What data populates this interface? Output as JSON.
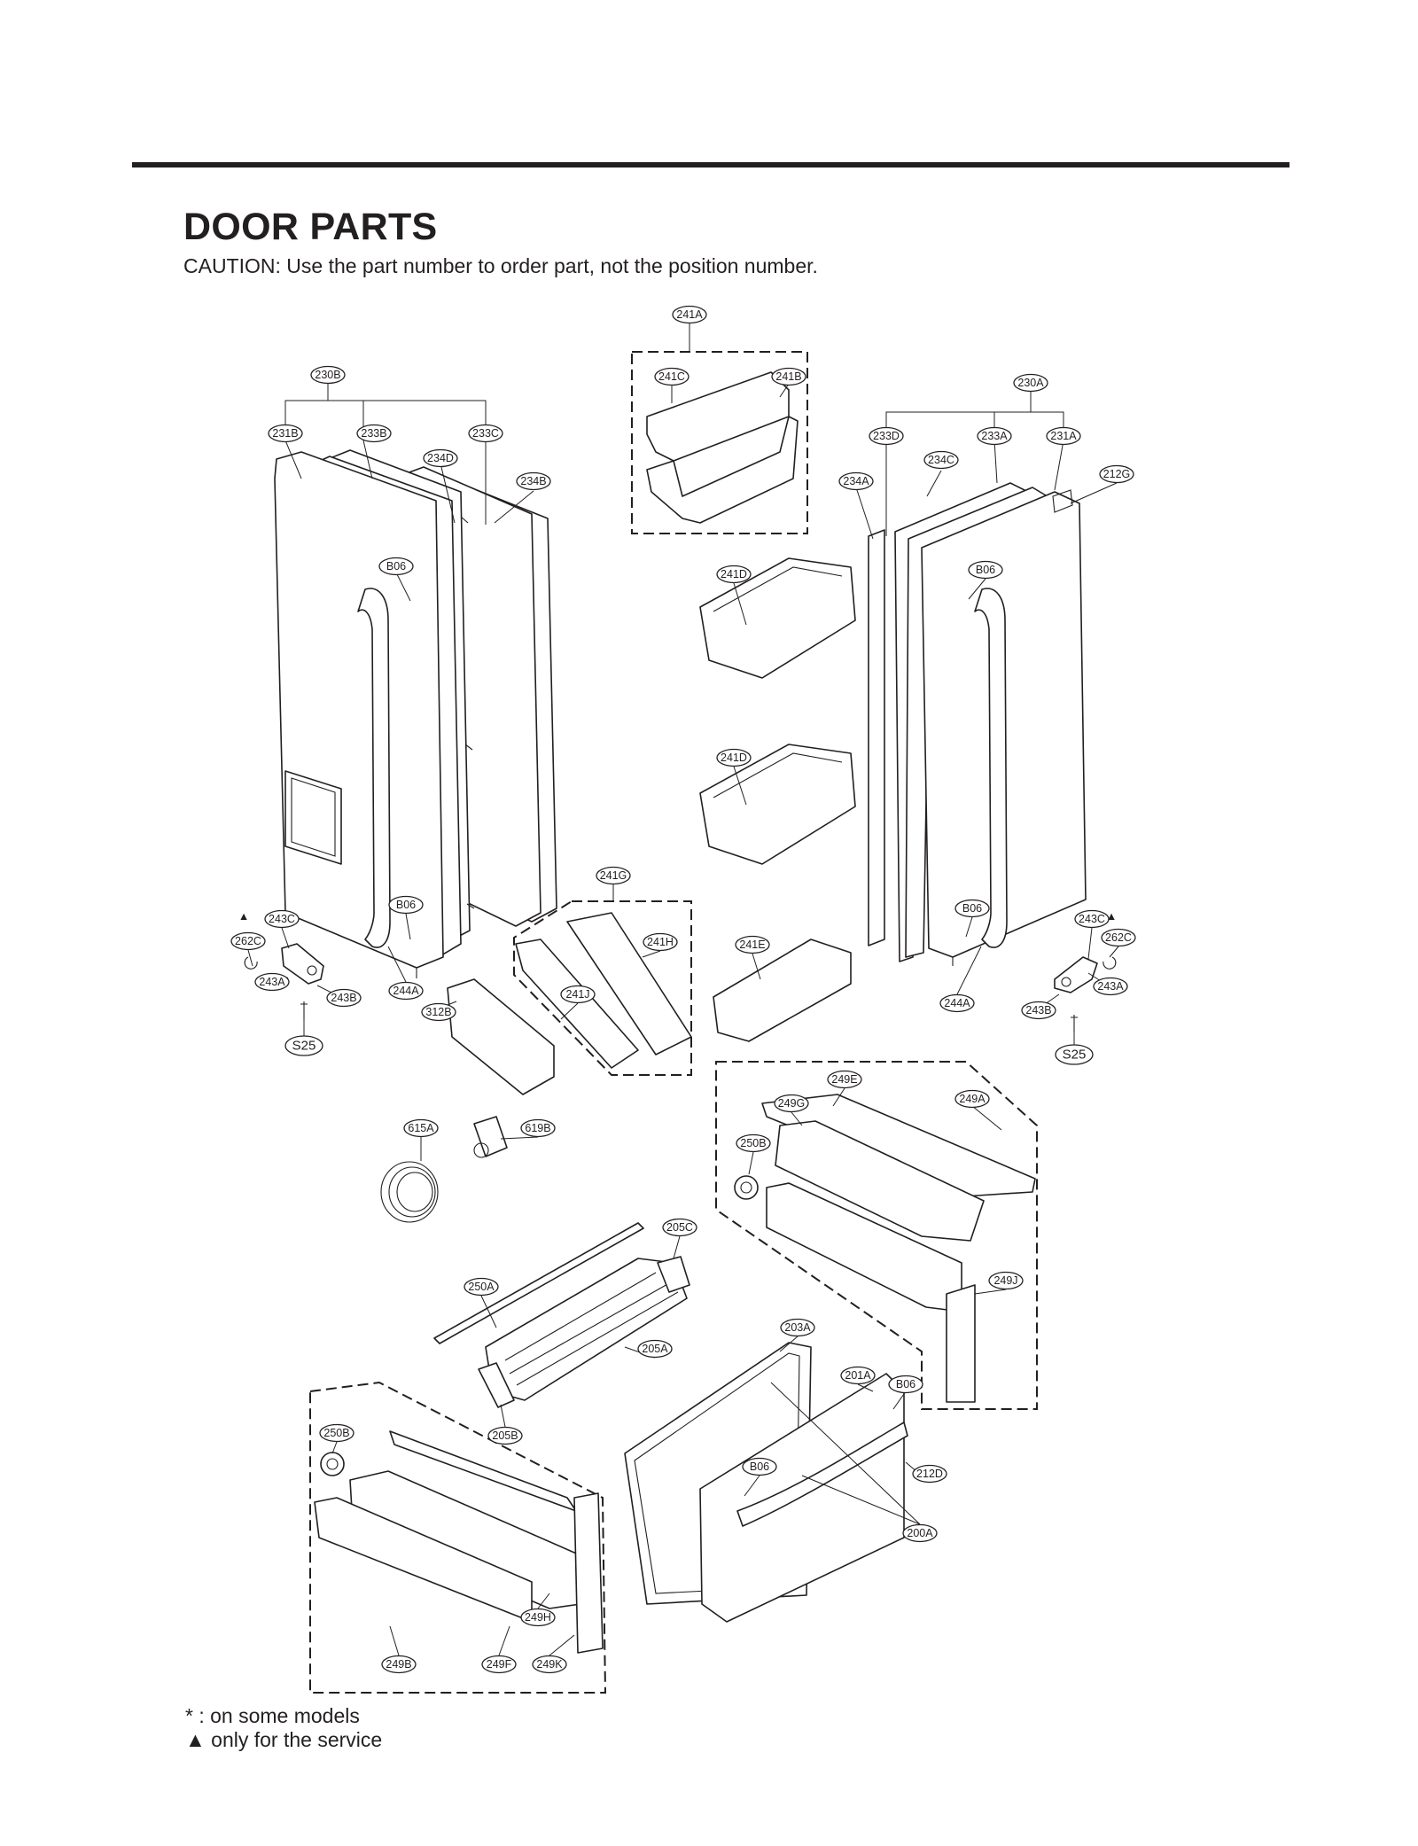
{
  "header": {
    "title": "DOOR PARTS",
    "caution": "CAUTION: Use the part number to order part, not the position number."
  },
  "callouts": [
    "241A",
    "241C",
    "241B",
    "230B",
    "230A",
    "231B",
    "233B",
    "233C",
    "234D",
    "234B",
    "233D",
    "233A",
    "231A",
    "234C",
    "234A",
    "212G",
    "B06",
    "B06",
    "241D",
    "241D",
    "241G",
    "241H",
    "241J",
    "241E",
    "B06",
    "B06",
    "243C",
    "262C",
    "243A",
    "243B",
    "S25",
    "243C",
    "262C",
    "243A",
    "243B",
    "S25",
    "244A",
    "244A",
    "312B",
    "615A",
    "619B",
    "249E",
    "249G",
    "249A",
    "250B",
    "249J",
    "205C",
    "250A",
    "205A",
    "203A",
    "201A",
    "B06",
    "212D",
    "B06",
    "200A",
    "205B",
    "250B",
    "249H",
    "249B",
    "249F",
    "249K"
  ],
  "footnotes": {
    "star_symbol": "*",
    "star_text": ": on some models",
    "triangle_symbol": "▲",
    "triangle_text": "only for the service"
  },
  "triangle_marks": [
    "▲",
    "▲"
  ]
}
